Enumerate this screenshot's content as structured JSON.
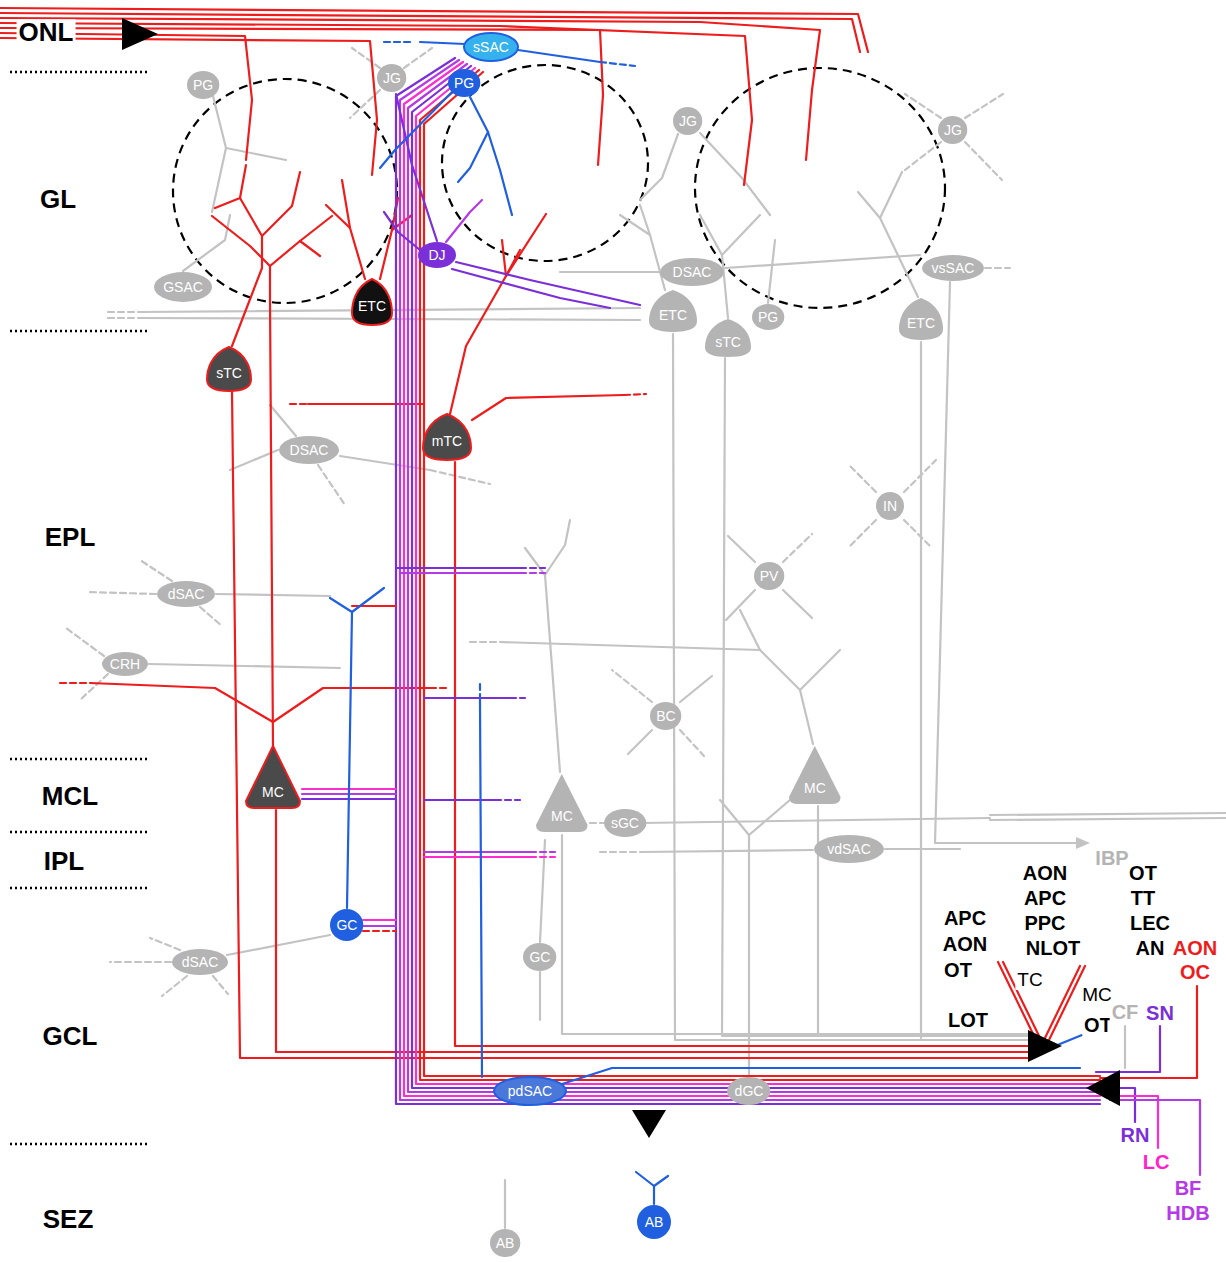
{
  "diagram": {
    "nodes": [
      {
        "text": [
          "PG"
        ]
      },
      {
        "text": [
          "JG"
        ]
      },
      {
        "text": [
          "sSAC"
        ]
      },
      {
        "text": [
          "PG"
        ]
      },
      {
        "text": [
          "JG"
        ]
      },
      {
        "text": [
          "JG"
        ]
      },
      {
        "text": [
          "DJ"
        ]
      },
      {
        "text": [
          "GSAC"
        ]
      },
      {
        "text": [
          "DSAC"
        ]
      },
      {
        "text": [
          "vsSAC"
        ]
      },
      {
        "text": [
          "ETC"
        ]
      },
      {
        "text": [
          "ETC"
        ]
      },
      {
        "text": [
          "PG"
        ]
      },
      {
        "text": [
          "ETC"
        ]
      },
      {
        "text": [
          "sTC"
        ]
      },
      {
        "text": [
          "sTC"
        ]
      },
      {
        "text": [
          "mTC"
        ]
      },
      {
        "text": [
          "DSAC"
        ]
      },
      {
        "text": [
          "IN"
        ]
      },
      {
        "text": [
          "PV"
        ]
      },
      {
        "text": [
          "dSAC"
        ]
      },
      {
        "text": [
          "CRH"
        ]
      },
      {
        "text": [
          "BC"
        ]
      },
      {
        "text": [
          "MC"
        ]
      },
      {
        "text": [
          "MC"
        ]
      },
      {
        "text": [
          "MC"
        ]
      },
      {
        "text": [
          "sGC"
        ]
      },
      {
        "text": [
          "vdSAC"
        ]
      },
      {
        "text": [
          "GC"
        ]
      },
      {
        "text": [
          "GC"
        ]
      },
      {
        "text": [
          "dSAC"
        ]
      },
      {
        "text": [
          "pdSAC"
        ]
      },
      {
        "text": [
          "dGC"
        ]
      },
      {
        "text": [
          "AB"
        ]
      },
      {
        "text": [
          "AB"
        ]
      }
    ],
    "labels": [
      "ONL",
      "GL",
      "EPL",
      "MCL",
      "IPL",
      "GCL",
      "SEZ",
      "APC",
      "AON",
      "OT",
      "AON",
      "OT",
      "APC",
      "TT",
      "PPC",
      "LEC",
      "NLOT",
      "AN",
      "TC",
      "MC",
      "LOT",
      "OT",
      "AON",
      "OC",
      "CF",
      "SN",
      "IBP",
      "RN",
      "LC",
      "BF",
      "HDB"
    ]
  }
}
